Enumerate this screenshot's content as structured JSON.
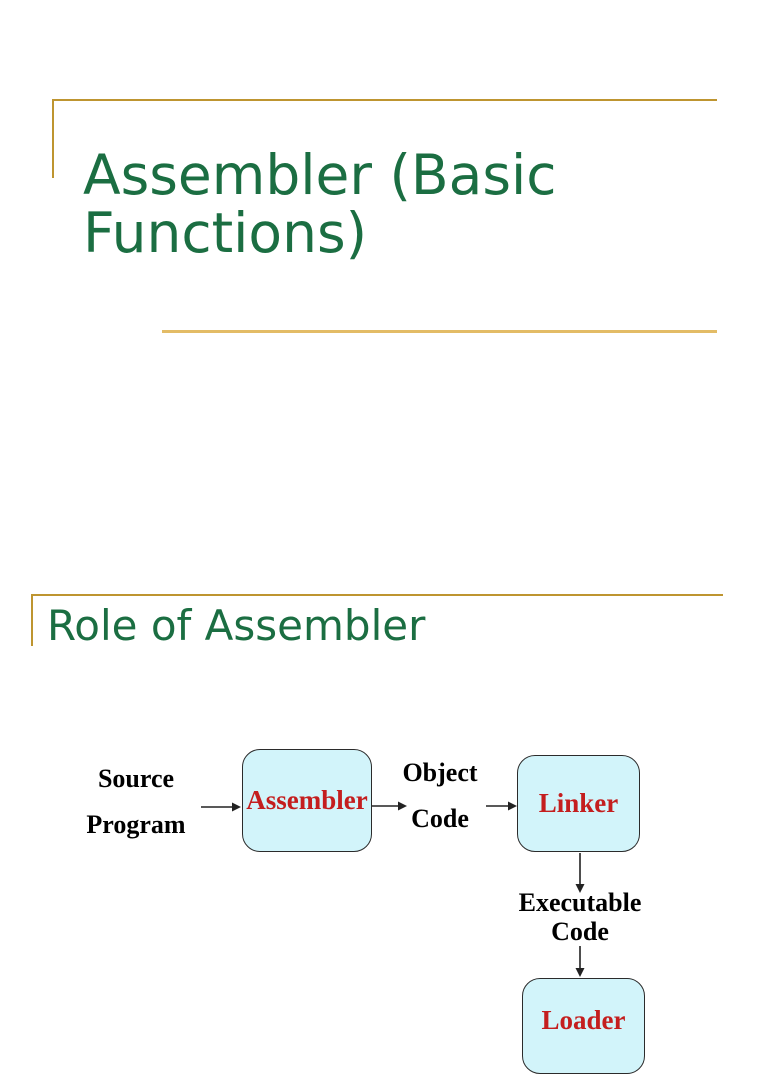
{
  "slide1": {
    "title": "Assembler (Basic Functions)"
  },
  "slide2": {
    "title": "Role of Assembler",
    "diagram": {
      "source_label": [
        "Source",
        "Program"
      ],
      "assembler_node": "Assembler",
      "object_label": [
        "Object",
        "Code"
      ],
      "linker_node": "Linker",
      "executable_label": [
        "Executable",
        "Code"
      ],
      "loader_node": "Loader"
    }
  },
  "colors": {
    "page_bg": "#FFFFFF",
    "title_green": "#1B6E42",
    "line_gold": "#BE9530",
    "line_gold_light": "#E3BC66",
    "node_fill": "#D2F4FA",
    "node_border": "#2B2B2B",
    "node_text_red": "#C41E1E",
    "label_black": "#000000",
    "arrow": "#222222"
  }
}
